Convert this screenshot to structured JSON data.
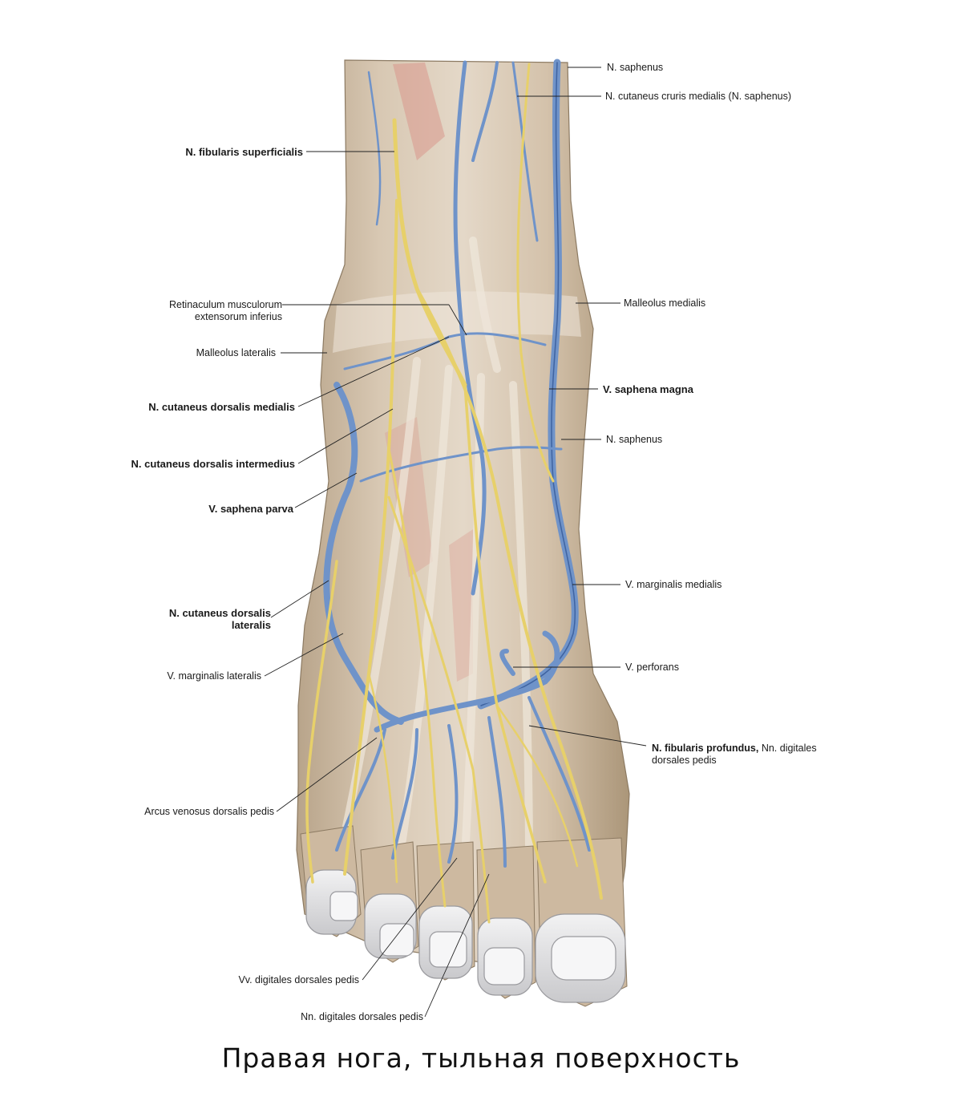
{
  "caption": "Правая нога, тыльная поверхность",
  "labels_left": {
    "n_fibularis_superficialis": "N. fibularis superficialis",
    "retinaculum_1": "Retinaculum musculorum",
    "retinaculum_2": "extensorum inferius",
    "malleolus_lateralis": "Malleolus lateralis",
    "n_cut_dors_medialis": "N. cutaneus dorsalis medialis",
    "n_cut_dors_intermedius": "N. cutaneus dorsalis intermedius",
    "v_saphena_parva": "V. saphena parva",
    "n_cut_dors_lateralis_1": "N. cutaneus dorsalis",
    "n_cut_dors_lateralis_2": "lateralis",
    "v_marginalis_lateralis": "V. marginalis lateralis",
    "arcus_venosus": "Arcus venosus dorsalis pedis",
    "vv_digitales": "Vv. digitales dorsales pedis",
    "nn_digitales": "Nn. digitales dorsales pedis"
  },
  "labels_right": {
    "n_saphenus_top": "N. saphenus",
    "n_cut_cruris_medialis": "N. cutaneus cruris medialis (N. saphenus)",
    "malleolus_medialis": "Malleolus medialis",
    "v_saphena_magna": "V. saphena magna",
    "n_saphenus_mid": "N. saphenus",
    "v_marginalis_medialis": "V. marginalis medialis",
    "v_perforans": "V. perforans",
    "n_fib_profundus_bold": "N. fibularis profundus,",
    "n_fib_profundus_rest": " Nn. digitales",
    "n_fib_profundus_2": "dorsales pedis"
  },
  "colors": {
    "skin": "#cdb9a0",
    "tendon": "#e6ddd2",
    "muscle_red": "#d9988c",
    "vein": "#6f93c9",
    "vein_dark": "#3f63a0",
    "nerve": "#e7d06a",
    "nerve_edge": "#b89a2e",
    "nail": "#e4e4e6"
  }
}
